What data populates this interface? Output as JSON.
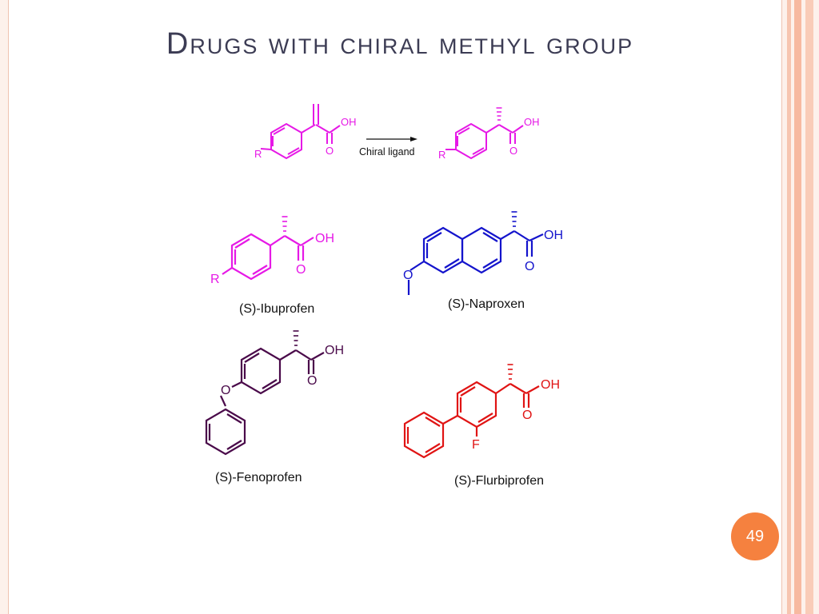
{
  "slide": {
    "title": "Drugs with chiral methyl group",
    "page_number": "49"
  },
  "reaction": {
    "substituent": "R",
    "oh_label": "OH",
    "o_label": "O",
    "arrow_label": "Chiral ligand"
  },
  "compounds": {
    "ibuprofen": {
      "name": "(S)-Ibuprofen",
      "r": "R",
      "oh": "OH",
      "o": "O",
      "color": "#e619e6"
    },
    "naproxen": {
      "name": "(S)-Naproxen",
      "oh": "OH",
      "o": "O",
      "ether_o": "O",
      "color": "#1414cc"
    },
    "fenoprofen": {
      "name": "(S)-Fenoprofen",
      "oh": "OH",
      "o": "O",
      "ether_o": "O",
      "color": "#4a0a4a"
    },
    "flurbiprofen": {
      "name": "(S)-Flurbiprofen",
      "oh": "OH",
      "o": "O",
      "f": "F",
      "color": "#e01414"
    }
  },
  "colors": {
    "reaction": "#e619e6",
    "title": "#3c3c54",
    "badge": "#f5813f",
    "stripes": "#f7b9a0"
  }
}
